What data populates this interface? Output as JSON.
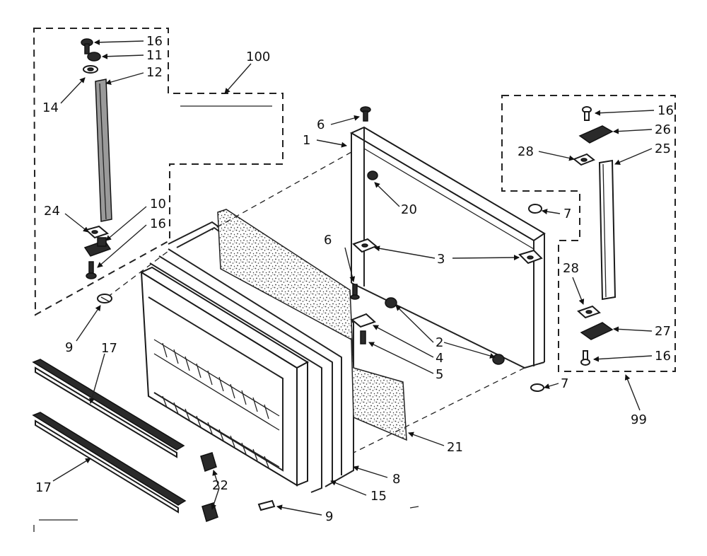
{
  "callouts": {
    "c16_top_left": "16",
    "c11": "11",
    "c12": "12",
    "c14": "14",
    "c100": "100",
    "c24": "24",
    "c10": "10",
    "c16_mid_left": "16",
    "c9_left": "9",
    "c17_top": "17",
    "c17_bottom": "17",
    "c22": "22",
    "c15": "15",
    "c9_bottom": "9",
    "c8": "8",
    "c21": "21",
    "c6_top": "6",
    "c1": "1",
    "c20": "20",
    "c6_mid": "6",
    "c3": "3",
    "c2": "2",
    "c4": "4",
    "c5": "5",
    "c7_top": "7",
    "c7_bottom": "7",
    "c16_top_right": "16",
    "c26": "26",
    "c28_top": "28",
    "c25": "25",
    "c28_bottom": "28",
    "c27": "27",
    "c16_bottom_right": "16",
    "c99": "99"
  }
}
